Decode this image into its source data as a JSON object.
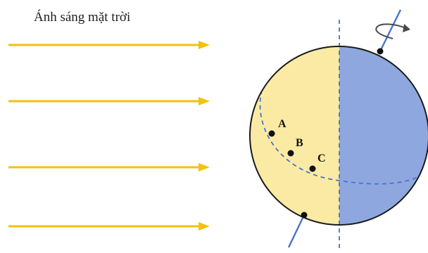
{
  "title": "Ánh sáng mặt trời",
  "points": [
    {
      "id": "A",
      "label": "A"
    },
    {
      "id": "B",
      "label": "B"
    },
    {
      "id": "C",
      "label": "C"
    }
  ],
  "colors": {
    "sunlight": "#f2c20c",
    "day_side": "#faeaa4",
    "night_side": "#8ea8df",
    "axis": "#4a72c8",
    "outline": "#1a1a1a"
  }
}
